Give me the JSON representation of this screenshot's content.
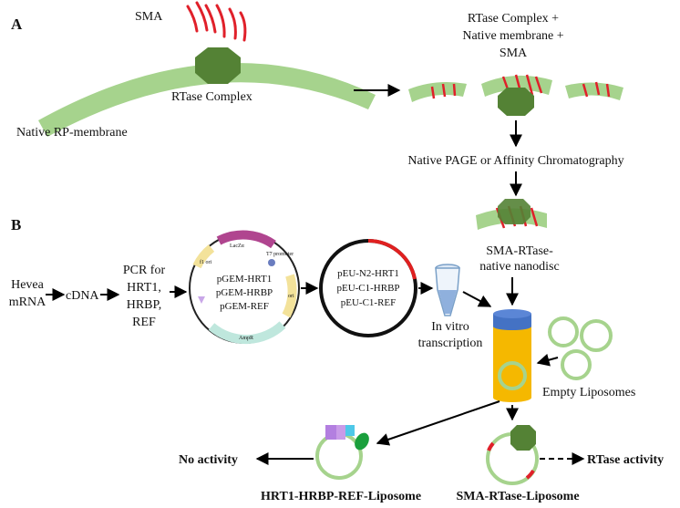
{
  "panel_a": {
    "label": "A",
    "sma": "SMA",
    "rtase_complex": "RTase Complex",
    "native_membrane": "Native RP-membrane",
    "mixture_line1": "RTase Complex +",
    "mixture_line2": "Native membrane +",
    "mixture_line3": "SMA",
    "separation": "Native PAGE or Affinity Chromatography",
    "nanodisc_line1": "SMA-RTase-",
    "nanodisc_line2": "native nanodisc"
  },
  "panel_b": {
    "label": "B",
    "hevea_line1": "Hevea",
    "hevea_line2": "mRNA",
    "cdna": "cDNA",
    "pcr_line1": "PCR for",
    "pcr_line2": "HRT1,",
    "pcr_line3": "HRBP,",
    "pcr_line4": "REF",
    "pgem_1": "pGEM-HRT1",
    "pgem_2": "pGEM-HRBP",
    "pgem_3": "pGEM-REF",
    "plasmid_feature_lacz": "LacZα",
    "plasmid_feature_t7": "T7 promoter",
    "plasmid_feature_f1": "f1 ori",
    "plasmid_feature_ori": "ori",
    "plasmid_feature_ampr": "AmpR",
    "peu_1": "pEU-N2-HRT1",
    "peu_2": "pEU-C1-HRBP",
    "peu_3": "pEU-C1-REF",
    "in_vitro_line1": "In vitro",
    "in_vitro_line2": "transcription",
    "empty_liposomes": "Empty Liposomes",
    "no_activity": "No activity",
    "hrt_liposome": "HRT1-HRBP-REF-Liposome",
    "sma_liposome": "SMA-RTase-Liposome",
    "rtase_activity": "RTase activity"
  },
  "colors": {
    "membrane_green": "#a6d38d",
    "complex_green": "#548235",
    "sma_red": "#e0202a",
    "tube_blue": "#4472c4",
    "tube_orange": "#f5b800",
    "plasmid_red": "#e02020"
  }
}
